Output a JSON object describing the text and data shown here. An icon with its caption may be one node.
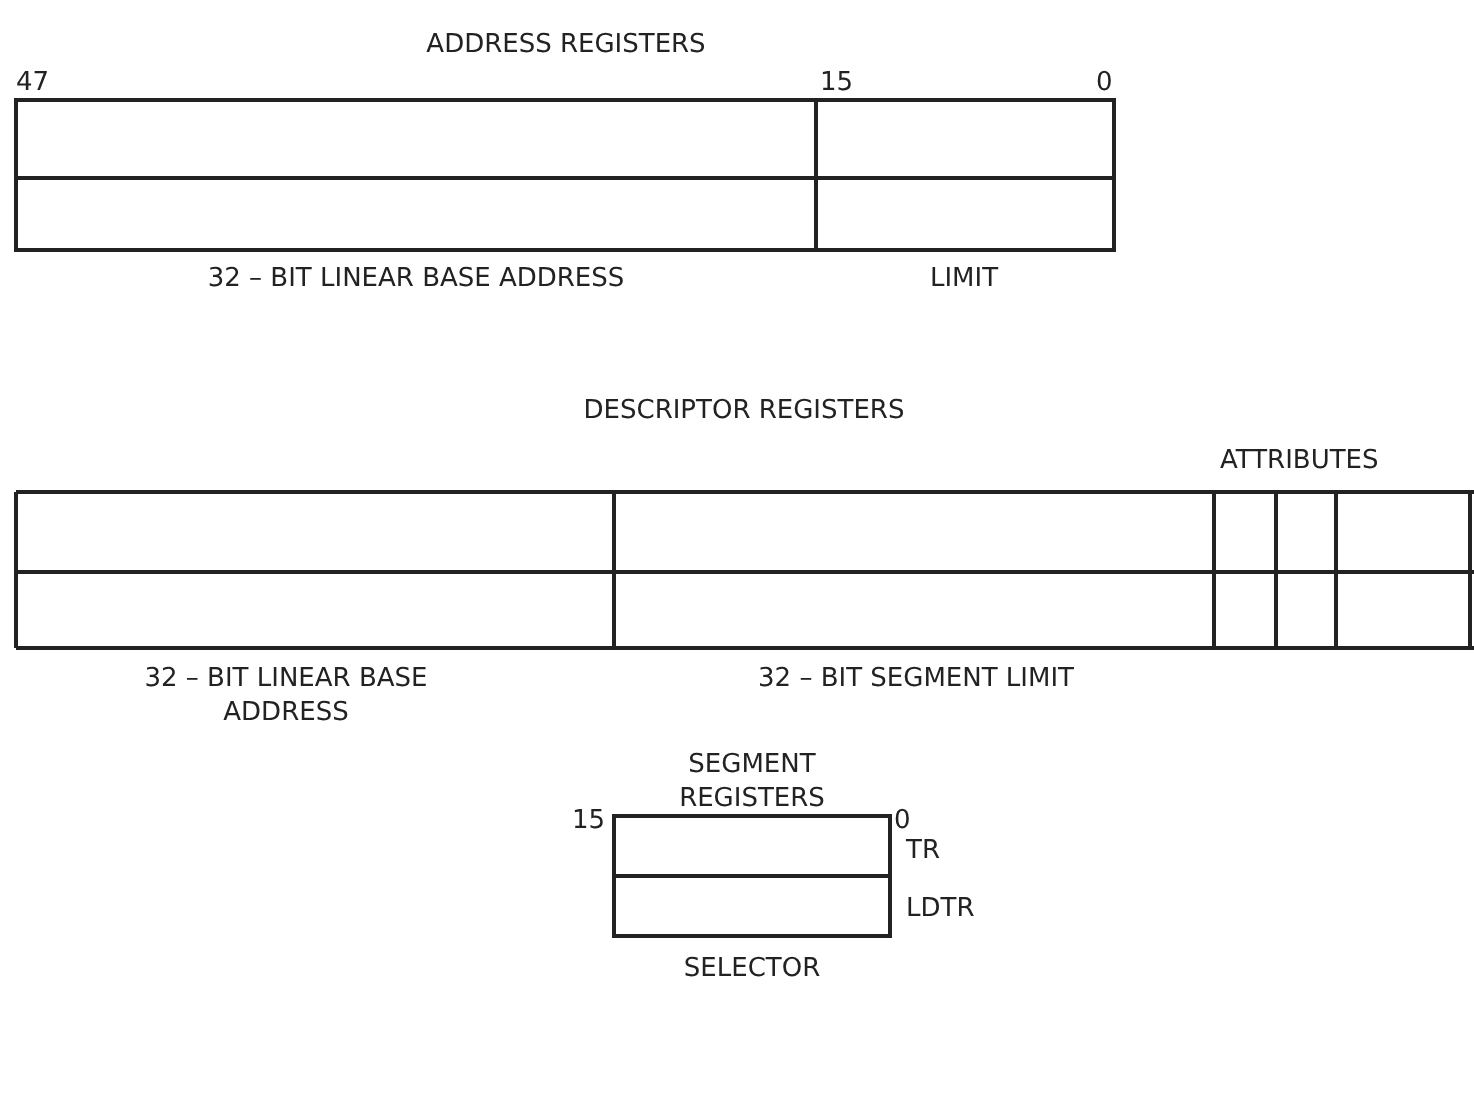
{
  "diagram": {
    "labels": [
      "ADDRESS REGISTERS",
      "47",
      "15",
      "0",
      "32 – BIT LINEAR BASE ADDRESS",
      "LIMIT",
      "DESCRIPTOR REGISTERS",
      "ATTRIBUTES",
      "32 – BIT LINEAR BASE ADDRESS",
      "32 – BIT SEGMENT LIMIT",
      "SEGMENT REGISTERS",
      "15",
      "0",
      "TR",
      "LDTR",
      "SELECTOR"
    ]
  }
}
